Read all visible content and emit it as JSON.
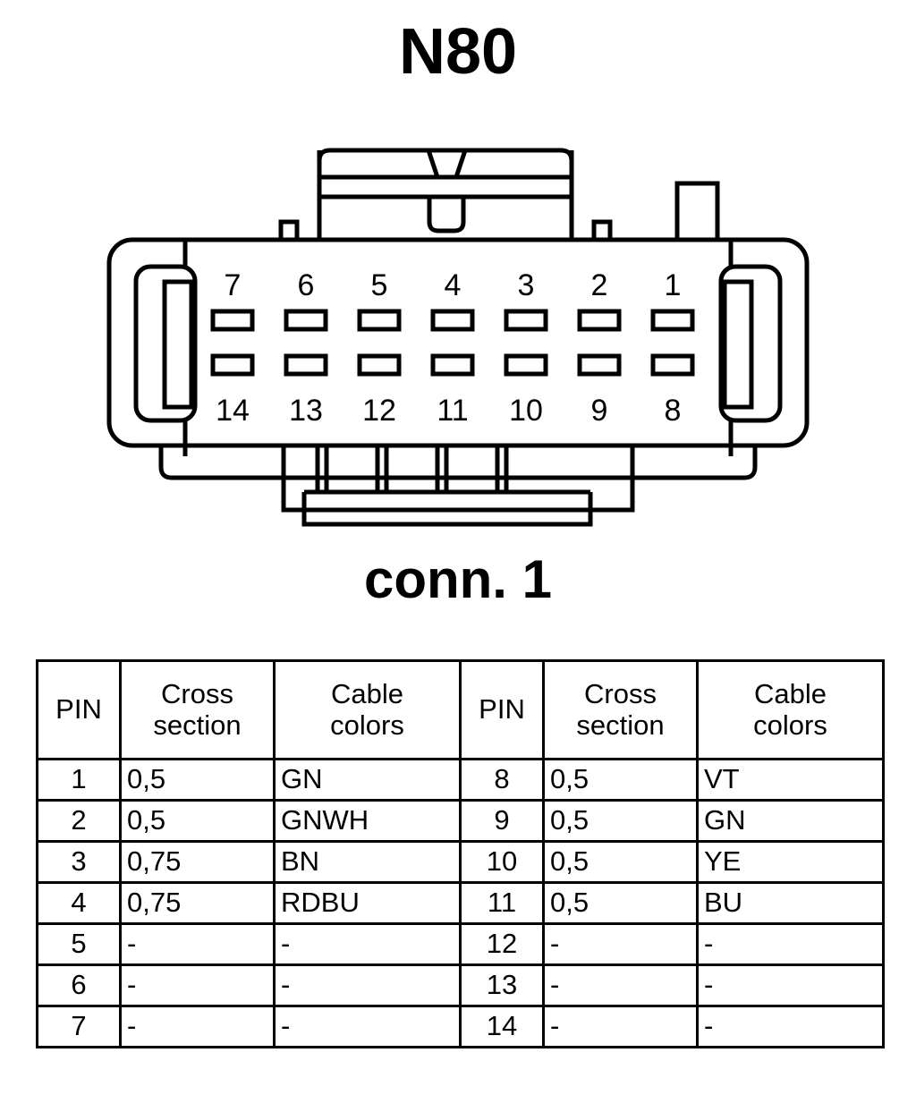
{
  "title": "N80",
  "connector": {
    "label": "conn. 1",
    "top_row_pins": [
      "7",
      "6",
      "5",
      "4",
      "3",
      "2",
      "1"
    ],
    "bottom_row_pins": [
      "14",
      "13",
      "12",
      "11",
      "10",
      "9",
      "8"
    ],
    "cavity_count": 14,
    "line_color": "#000000",
    "fill_color": "#ffffff"
  },
  "table": {
    "headers": {
      "pin": "PIN",
      "cross_line1": "Cross",
      "cross_line2": "section",
      "cable_line1": "Cable",
      "cable_line2": "colors"
    },
    "rows": [
      {
        "pin_left": "1",
        "cross_left": "0,5",
        "color_left": "GN",
        "pin_right": "8",
        "cross_right": "0,5",
        "color_right": "VT"
      },
      {
        "pin_left": "2",
        "cross_left": "0,5",
        "color_left": "GNWH",
        "pin_right": "9",
        "cross_right": "0,5",
        "color_right": "GN"
      },
      {
        "pin_left": "3",
        "cross_left": "0,75",
        "color_left": "BN",
        "pin_right": "10",
        "cross_right": "0,5",
        "color_right": "YE"
      },
      {
        "pin_left": "4",
        "cross_left": "0,75",
        "color_left": "RDBU",
        "pin_right": "11",
        "cross_right": "0,5",
        "color_right": "BU"
      },
      {
        "pin_left": "5",
        "cross_left": "-",
        "color_left": "-",
        "pin_right": "12",
        "cross_right": "-",
        "color_right": "-"
      },
      {
        "pin_left": "6",
        "cross_left": "-",
        "color_left": "-",
        "pin_right": "13",
        "cross_right": "-",
        "color_right": "-"
      },
      {
        "pin_left": "7",
        "cross_left": "-",
        "color_left": "-",
        "pin_right": "14",
        "cross_right": "-",
        "color_right": "-"
      }
    ]
  }
}
